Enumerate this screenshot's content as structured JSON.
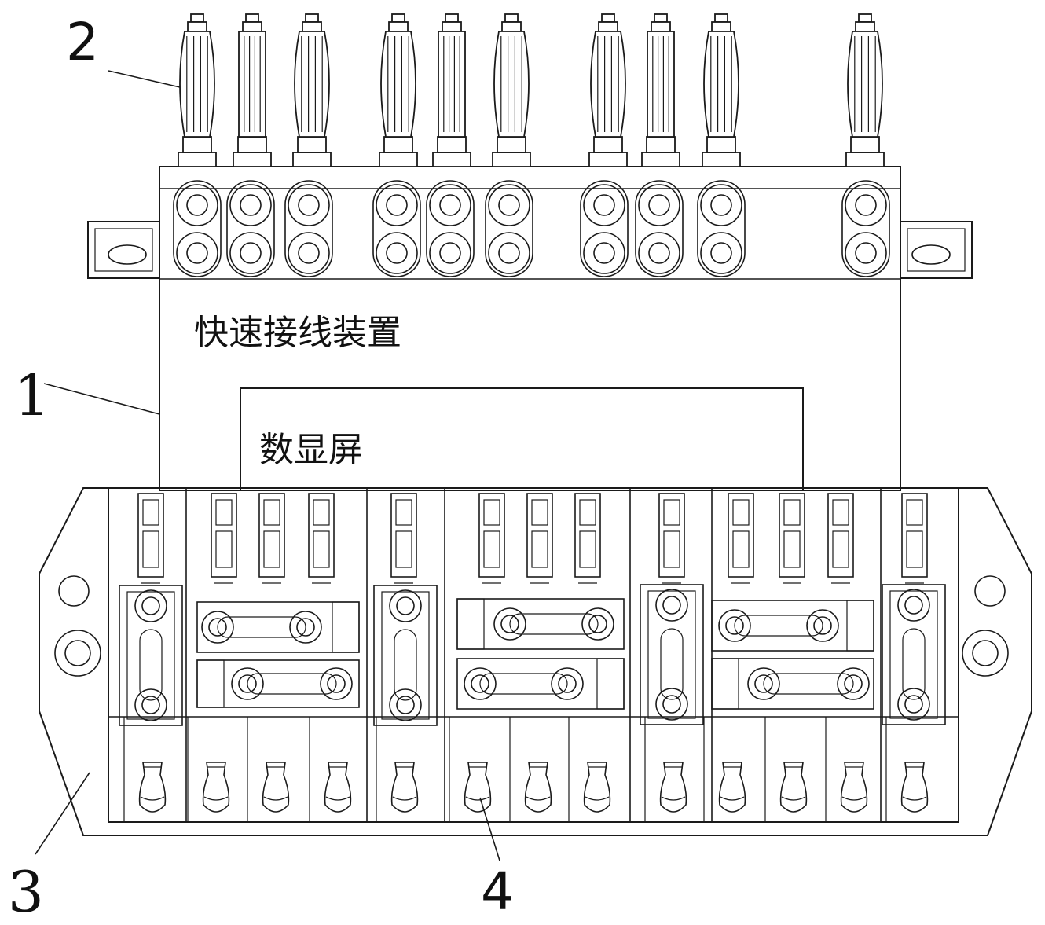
{
  "labels": {
    "device_text": "快速接线装置",
    "display_text": "数显屏",
    "callout_1": "1",
    "callout_2": "2",
    "callout_3": "3",
    "callout_4": "4"
  },
  "diagram": {
    "terminal_count_top": 10,
    "terminal_groups_top": [
      3,
      3,
      3,
      1
    ],
    "fuse_slots_bottom": 13,
    "link_modules_bottom": 4
  }
}
